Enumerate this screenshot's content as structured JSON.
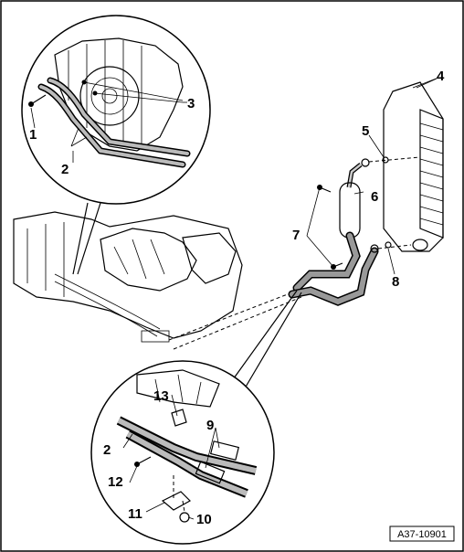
{
  "figure_ref": "A37-10901",
  "callouts": [
    {
      "id": "1",
      "text": "1"
    },
    {
      "id": "2a",
      "text": "2"
    },
    {
      "id": "3",
      "text": "3"
    },
    {
      "id": "4",
      "text": "4"
    },
    {
      "id": "5",
      "text": "5"
    },
    {
      "id": "6",
      "text": "6"
    },
    {
      "id": "7",
      "text": "7"
    },
    {
      "id": "8",
      "text": "8"
    },
    {
      "id": "13",
      "text": "13"
    },
    {
      "id": "9",
      "text": "9"
    },
    {
      "id": "2b",
      "text": "2"
    },
    {
      "id": "12",
      "text": "12"
    },
    {
      "id": "11",
      "text": "11"
    },
    {
      "id": "10",
      "text": "10"
    }
  ]
}
